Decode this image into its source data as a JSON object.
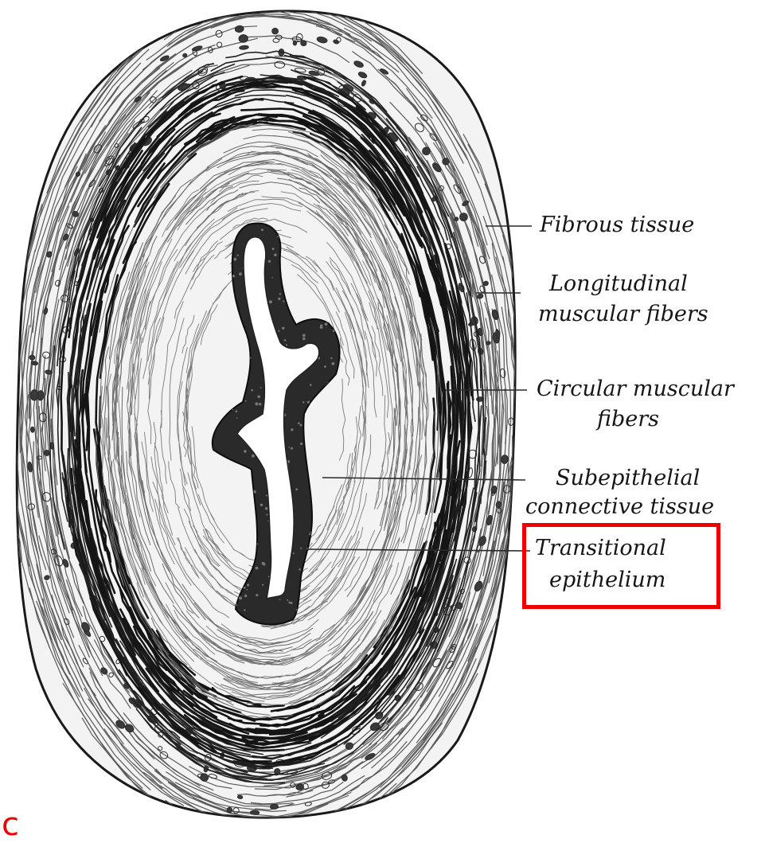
{
  "labels": {
    "fibrous": "Fibrous tissue",
    "longitudinal_1": "Longitudinal",
    "longitudinal_2": "muscular fibers",
    "circular_1": "Circular muscular",
    "circular_2": "fibers",
    "subepithelial_1": "Subepithelial",
    "subepithelial_2": "connective tissue",
    "transitional_1": "Transitional",
    "transitional_2": "epithelium"
  },
  "highlight": {
    "target": "Transitional epithelium",
    "color": "#ee0000"
  },
  "corner_mark": "c",
  "colors": {
    "ink": "#161616",
    "lumen": "#ffffff",
    "highlight": "#ee0000"
  }
}
